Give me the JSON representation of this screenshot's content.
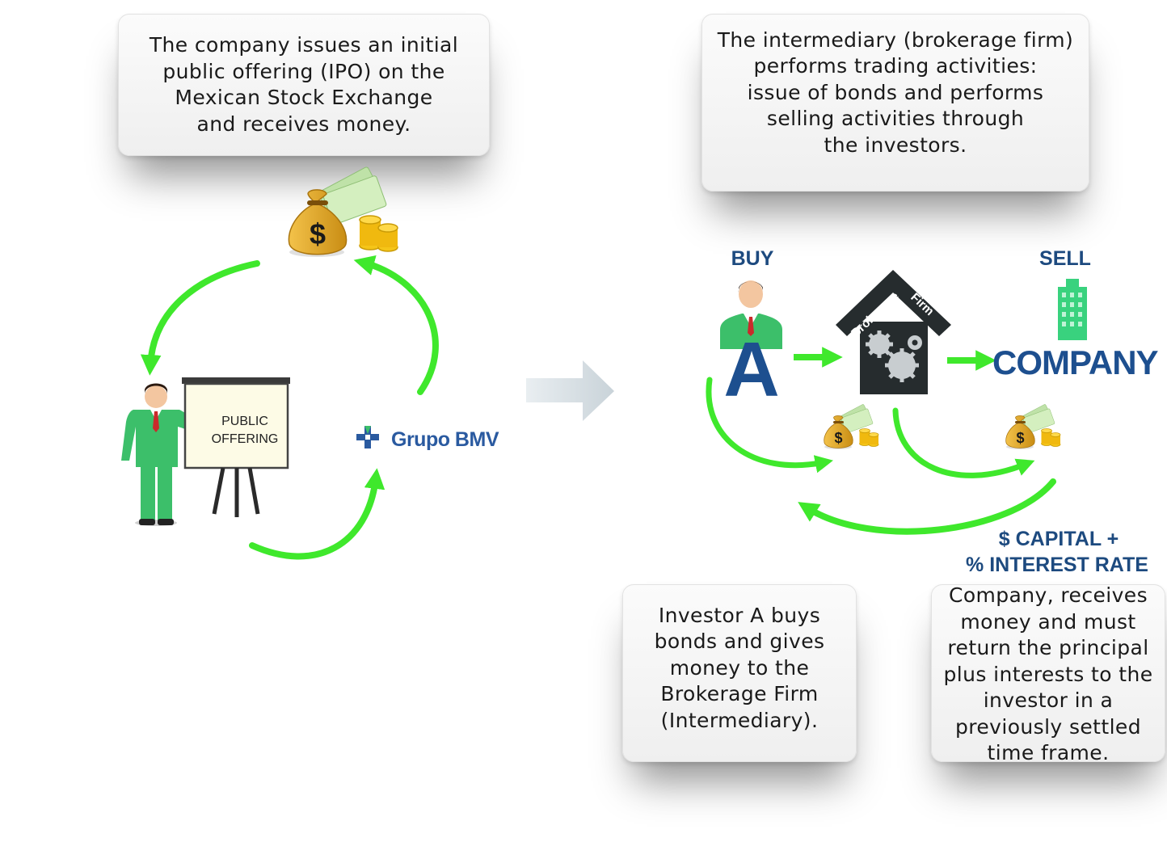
{
  "cards": {
    "ipo": "The company issues an initial\npublic offering (IPO) on the\nMexican Stock Exchange\nand receives money.",
    "intermediary": "The intermediary (brokerage firm)\nperforms trading activities:\nissue of bonds and performs\nselling activities through\nthe investors.",
    "investor": "Investor A buys\nbonds and gives\nmoney to the\nBrokerage Firm\n(Intermediary).",
    "company": "Company, receives\nmoney and must\nreturn the principal\nplus interests to the\ninvestor in a\npreviously settled\ntime frame."
  },
  "board": {
    "line1": "PUBLIC",
    "line2": "OFFERING"
  },
  "bmv_logo": {
    "text": "Grupo BMV"
  },
  "labels": {
    "buy": "BUY",
    "sell": "SELL",
    "investor_letter": "A",
    "company": "COMPANY",
    "capital": "$ CAPITAL +",
    "interest": "% INTEREST RATE"
  },
  "brokerage_roof": {
    "line1": "Brokerage",
    "line2": "Firm"
  },
  "icons": {
    "money": "money-bag-with-cash-and-coins-icon",
    "presenter": "presenter-man-icon",
    "investor": "investor-man-icon",
    "house": "brokerage-house-gears-icon",
    "building": "office-building-icon"
  },
  "colors": {
    "arrow_green": "#3fe82c",
    "label_blue": "#1d4a7f",
    "company_blue": "#1d4f8f",
    "suit_green": "#3cbf6a",
    "house_dark": "#262c2e",
    "building_green": "#39d27e"
  }
}
